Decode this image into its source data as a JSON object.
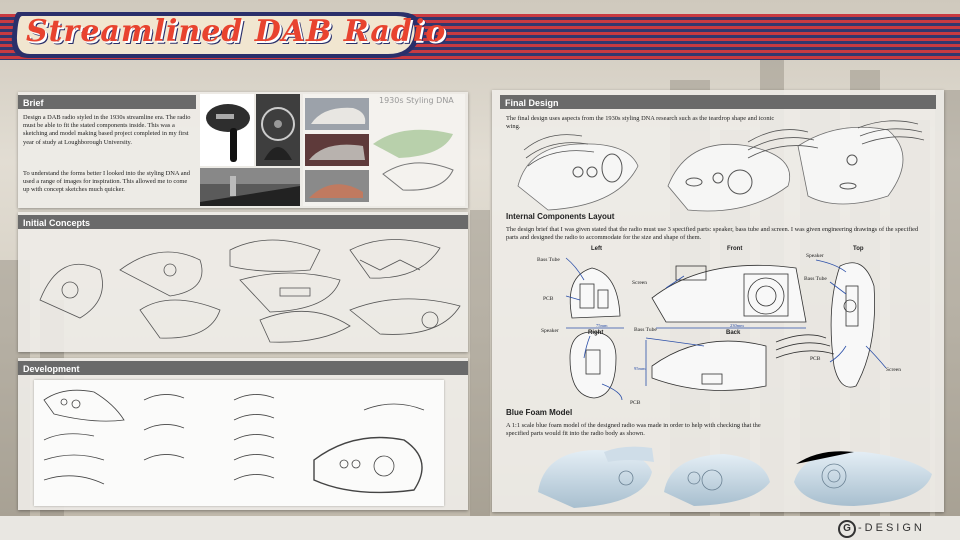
{
  "header": {
    "title": "Streamlined DAB Radio"
  },
  "brief": {
    "heading": "Brief",
    "paragraph1": "Design a DAB radio styled in the 1930s streamline era. The radio must be able to fit the stated components inside. This was a sketching and model making based project completed in my first year of study at Loughborough University.",
    "paragraph2": "To understand the forms better I looked into the styling DNA and used a range of images for inspiration. This allowed me to come up with concept sketches much quicker.",
    "moodboard_title": "1930s Styling DNA"
  },
  "initial_concepts": {
    "heading": "Initial Concepts"
  },
  "development": {
    "heading": "Development"
  },
  "final_design": {
    "heading": "Final Design",
    "text": "The final design uses aspects from the 1930s styling DNA research such as the teardrop shape and iconic wing."
  },
  "internal": {
    "heading": "Internal Components Layout",
    "text": "The design brief that I was given stated that the radio must use 3 specified parts: speaker, bass tube and screen. I was given engineering drawings of the specified parts and designed the radio to accommodate for the size and shape of them.",
    "views": {
      "left": "Left",
      "front": "Front",
      "top": "Top",
      "right": "Right",
      "back": "Back"
    },
    "labels": {
      "bass_tube_1": "Bass Tube",
      "pcb_1": "PCB",
      "screen_1": "Screen",
      "speaker_1": "Speaker",
      "bass_tube_2": "Bass Tube",
      "speaker_2": "Speaker",
      "bass_tube_3": "Bass Tube",
      "pcb_2": "PCB",
      "pcb_3": "PCB",
      "screen_2": "Screen"
    },
    "dims": {
      "d1": "75mm",
      "d2": "230mm",
      "d3": "95mm"
    }
  },
  "foam": {
    "heading": "Blue Foam Model",
    "text": "A 1:1 scale blue foam model of the designed radio was made in order to help with checking that the specified parts would fit into the radio body as shown."
  },
  "footer": {
    "logo_letter": "G",
    "logo_text": "-DESIGN"
  },
  "colors": {
    "accent_red": "#e8432f",
    "navy": "#2a2f6a",
    "header_grey": "#6a6a6a",
    "foam_blue": "#c4d6e4"
  }
}
